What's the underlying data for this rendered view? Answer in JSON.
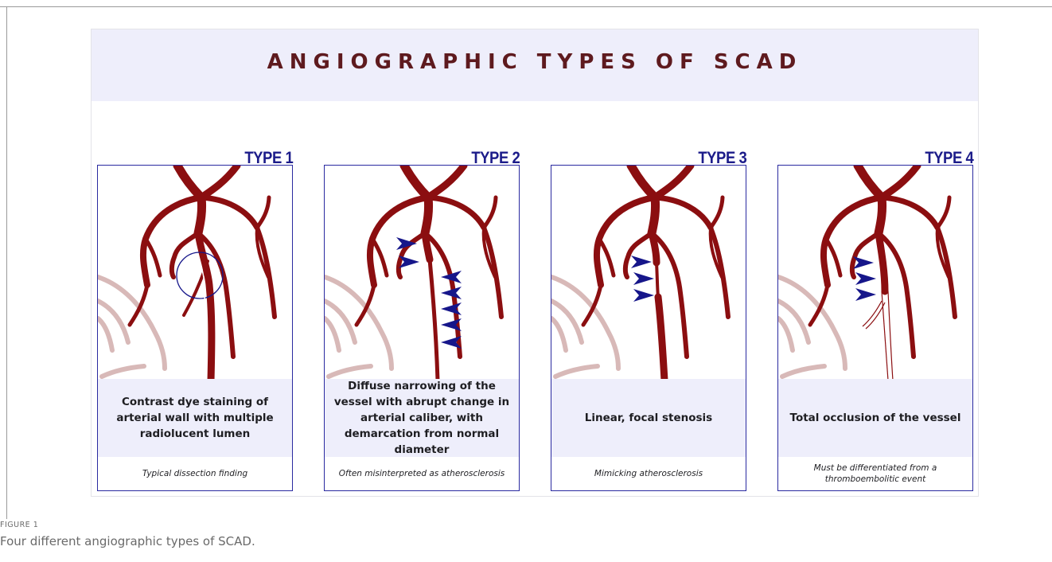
{
  "title": "ANGIOGRAPHIC TYPES OF SCAD",
  "colors": {
    "vessel": "#8b0e10",
    "arrow": "#16168a",
    "background_vessel": "#d8b9b8",
    "title": "#5e1a1e",
    "band": "#eeeefb"
  },
  "types": [
    {
      "label": "TYPE 1",
      "description": "Contrast dye staining of arterial wall with multiple radiolucent lumen",
      "note": "Typical dissection finding",
      "marker": "circle"
    },
    {
      "label": "TYPE 2",
      "description": "Diffuse narrowing of the vessel with abrupt change in arterial caliber, with demarcation from normal diameter",
      "note": "Often misinterpreted as atherosclerosis",
      "marker": "arrowheads"
    },
    {
      "label": "TYPE 3",
      "description": "Linear, focal stenosis",
      "note": "Mimicking atherosclerosis",
      "marker": "arrowheads"
    },
    {
      "label": "TYPE 4",
      "description": "Total occlusion of the vessel",
      "note": "Must be differentiated from a thromboembolitic event",
      "marker": "arrowheads"
    }
  ],
  "figure_label": "FIGURE 1",
  "caption": "Four different angiographic types of SCAD."
}
